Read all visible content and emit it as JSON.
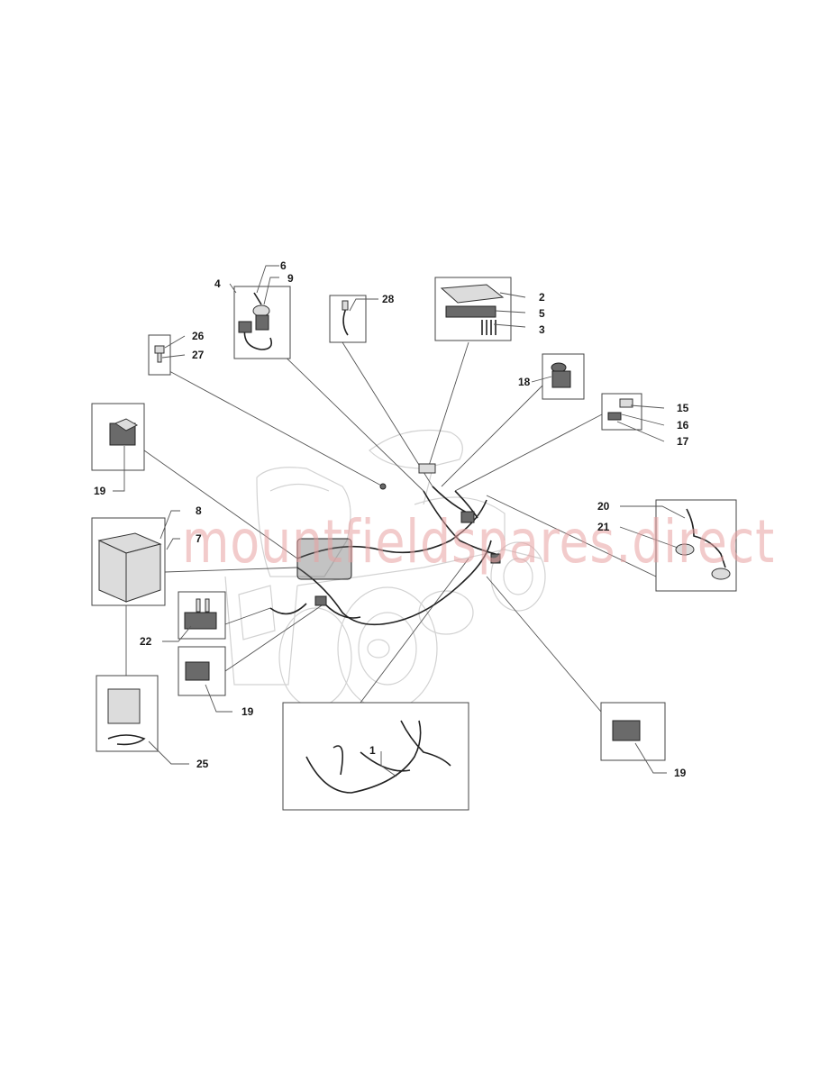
{
  "watermark": "mountfieldspares.direct",
  "callouts": {
    "c1": "1",
    "c2": "2",
    "c3": "3",
    "c4": "4",
    "c5": "5",
    "c6": "6",
    "c7": "7",
    "c8": "8",
    "c9": "9",
    "c15": "15",
    "c16": "16",
    "c17": "17",
    "c18": "18",
    "c19a": "19",
    "c19b": "19",
    "c19c": "19",
    "c20": "20",
    "c21": "21",
    "c22": "22",
    "c25": "25",
    "c26": "26",
    "c27": "27",
    "c28": "28"
  },
  "colors": {
    "watermark": "#e8a0a0",
    "line": "#555555",
    "ghost": "#d2d2d2"
  }
}
